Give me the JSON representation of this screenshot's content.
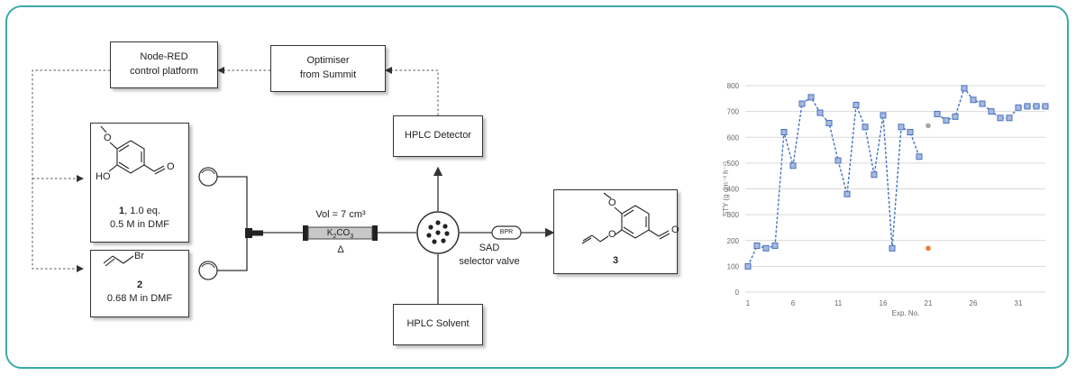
{
  "diagram": {
    "node_red": [
      "Node-RED",
      "control platform"
    ],
    "optimiser": [
      "Optimiser",
      "from Summit"
    ],
    "hplc_detector": "HPLC Detector",
    "hplc_solvent": "HPLC Solvent",
    "reagent1": {
      "number": "1",
      "line1_suffix": ", 1.0 eq.",
      "line2": "0.5 M in DMF",
      "labels": {
        "methoxy": "O",
        "hydroxy": "HO",
        "aldehyde": "O"
      }
    },
    "reagent2": {
      "number": "2",
      "line2": "0.68 M in DMF",
      "labels": {
        "bromo": "Br"
      }
    },
    "reactor": {
      "volume": "Vol = 7 cm³",
      "reagent_prefix": "K",
      "reagent_sub1": "2",
      "reagent_mid": "CO",
      "reagent_sub2": "3",
      "heat": "Δ"
    },
    "valve": [
      "SAD",
      "selector valve"
    ],
    "bpr": "BPR",
    "product": {
      "number": "3",
      "labels": {
        "methoxy": "O",
        "ether": "O",
        "aldehyde": "O"
      }
    }
  },
  "chart_data": {
    "type": "scatter",
    "title": "",
    "xlabel": "Exp. No.",
    "ylabel": "STY (g dm⁻³ h⁻¹)",
    "xlim": [
      1,
      34
    ],
    "ylim": [
      0,
      800
    ],
    "xticks": [
      1,
      6,
      11,
      16,
      21,
      26,
      31
    ],
    "yticks": [
      0,
      100,
      200,
      300,
      400,
      500,
      600,
      700,
      800
    ],
    "grid": "horizontal",
    "colors": {
      "series": "#4472c4",
      "marker_fill": "#aab9dd",
      "orange_point": "#ed7d31",
      "gray_point": "#a5a5a5"
    },
    "series": [
      {
        "x": [
          1,
          2,
          3,
          4,
          5,
          6,
          7,
          8,
          9,
          10,
          11,
          12,
          13,
          14,
          15,
          16,
          17,
          18,
          19,
          20
        ],
        "values": [
          100,
          180,
          170,
          180,
          620,
          490,
          730,
          755,
          695,
          655,
          510,
          380,
          725,
          640,
          455,
          685,
          170,
          640,
          620,
          525
        ]
      },
      {
        "x": [
          22,
          23,
          24,
          25,
          26,
          27,
          28,
          29,
          30,
          31,
          32,
          33,
          34
        ],
        "values": [
          690,
          665,
          680,
          790,
          745,
          730,
          700,
          675,
          675,
          715,
          720,
          720,
          720
        ]
      }
    ],
    "extra_points": [
      {
        "x": 21,
        "y": 645,
        "color": "gray"
      },
      {
        "x": 21,
        "y": 170,
        "color": "orange"
      }
    ]
  }
}
